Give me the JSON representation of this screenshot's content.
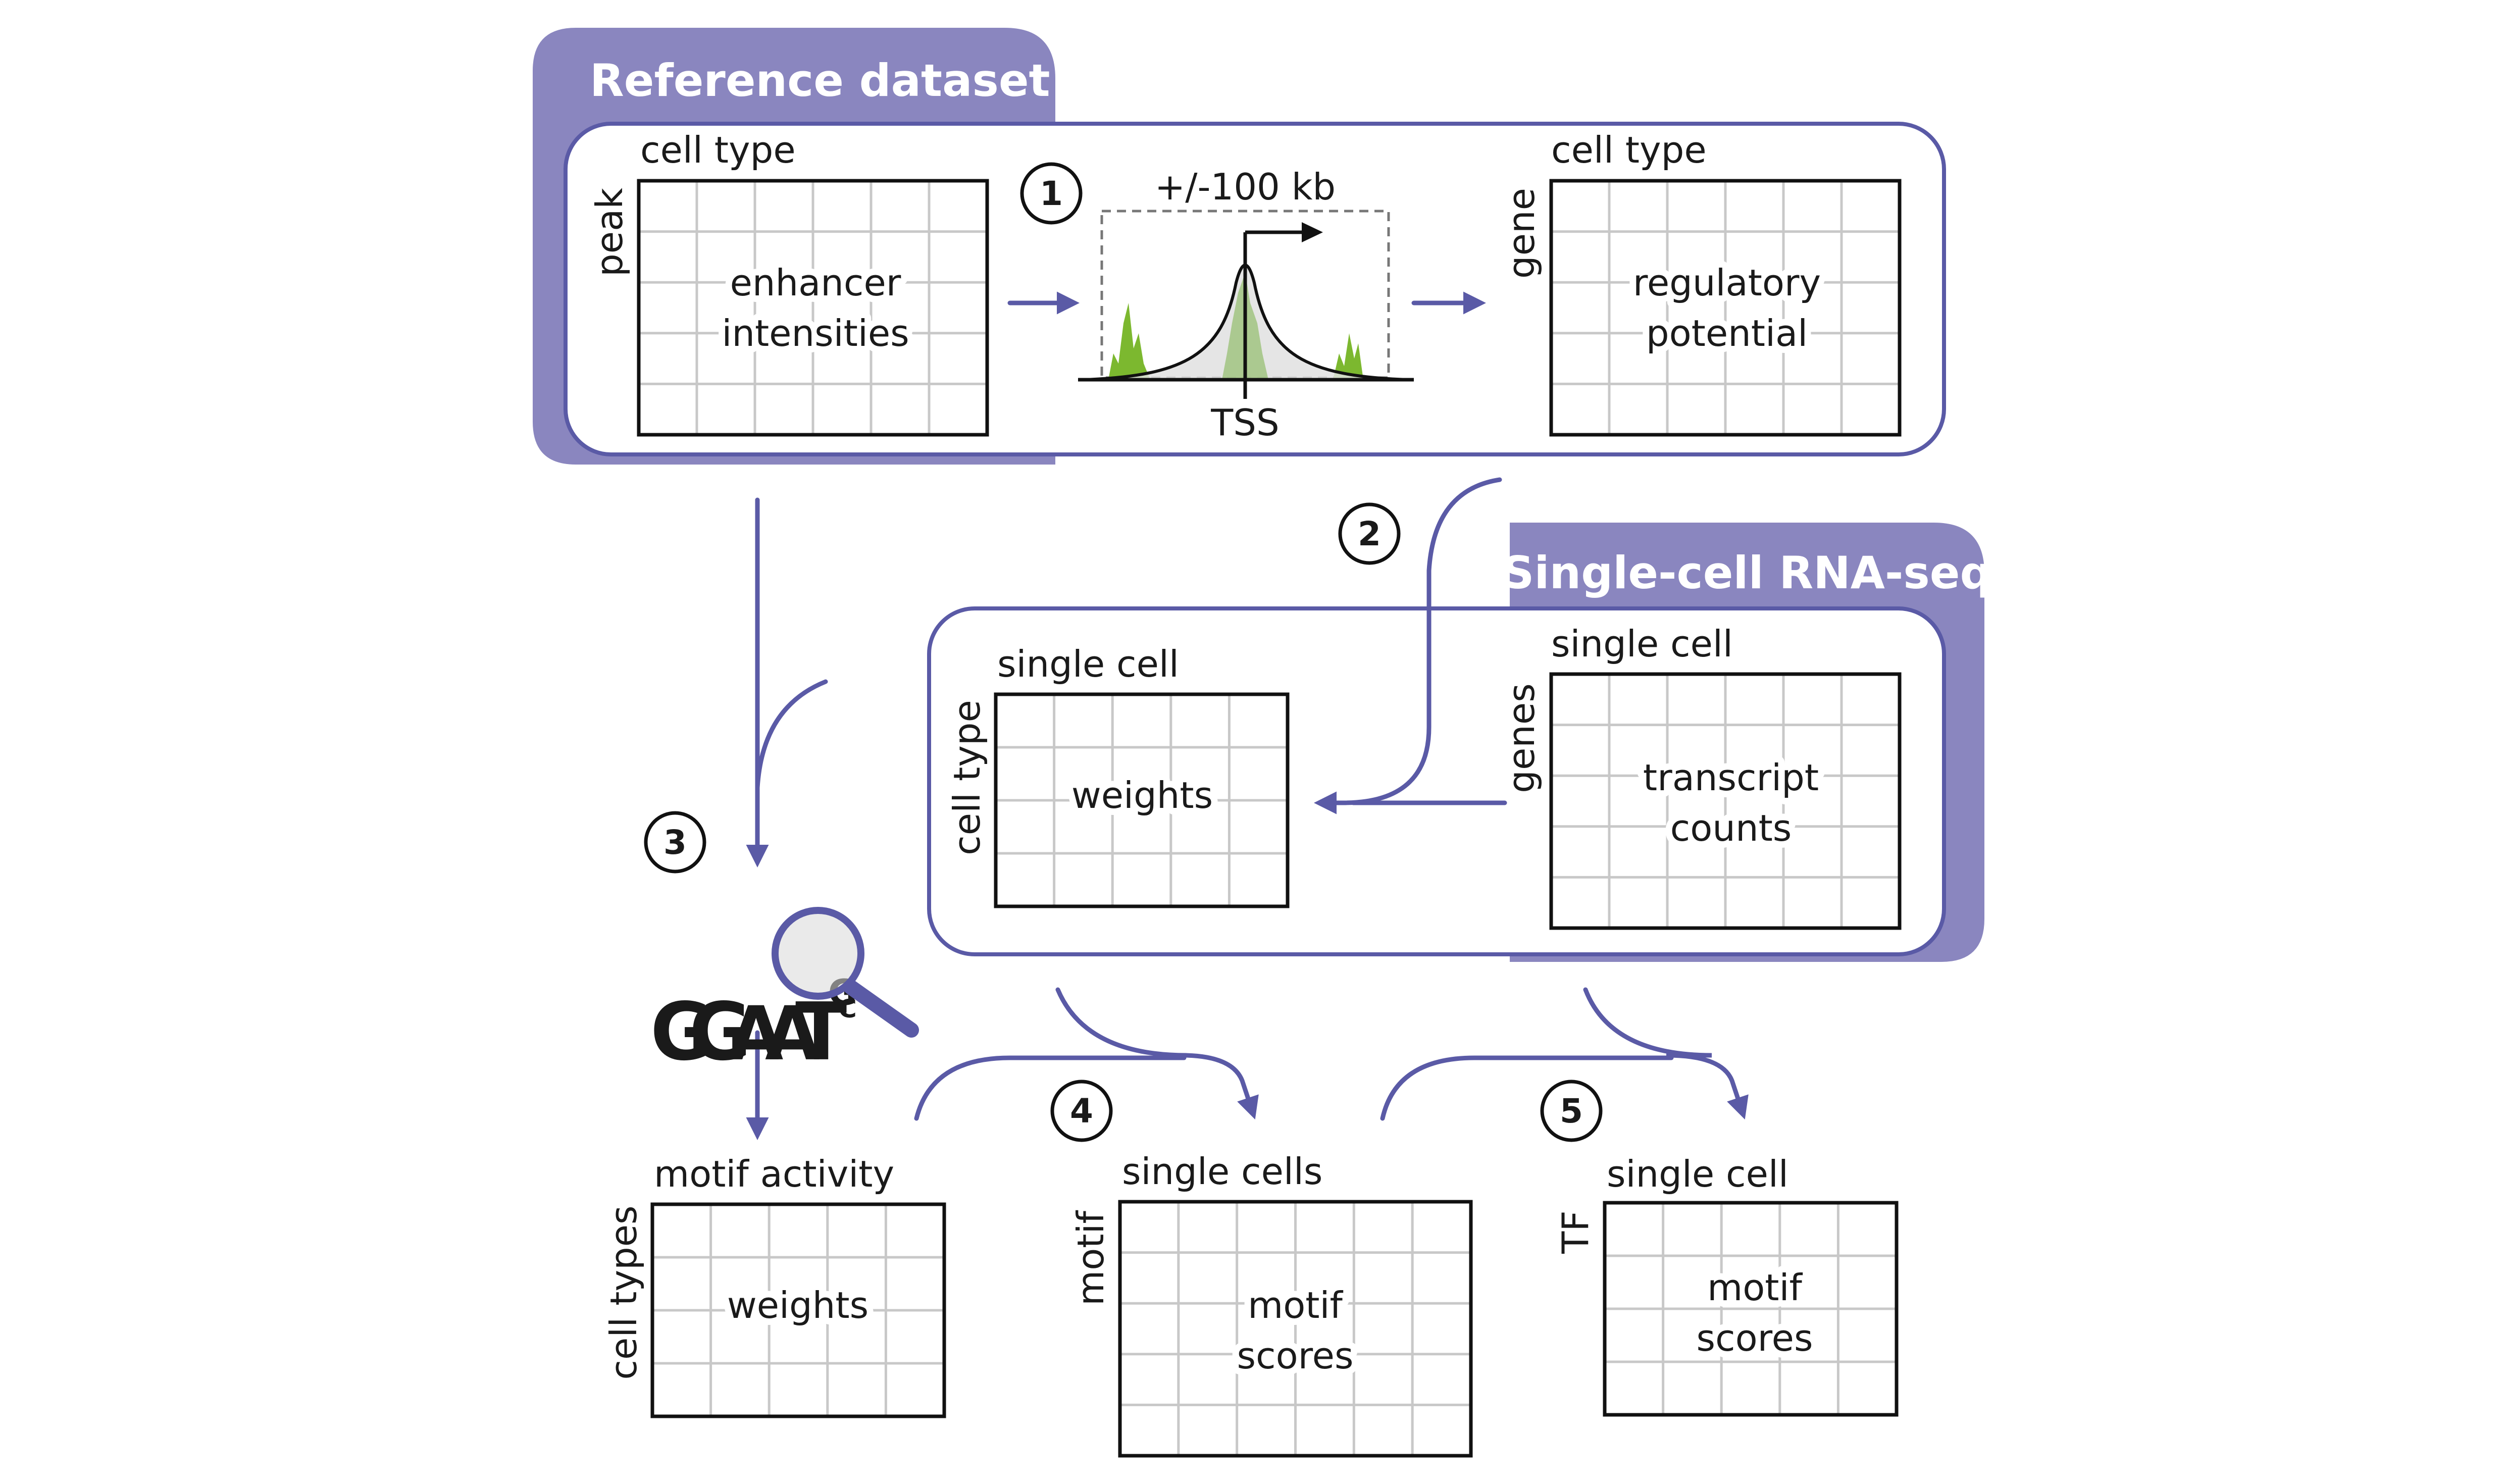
{
  "colors": {
    "panel": "#8a86bf",
    "arrow": "#5a5aa6",
    "peak_green": "#7cb82f",
    "logo_G": "#f4a41a",
    "logo_A": "#2f9a3a",
    "logo_T": "#e23a2a",
    "logo_C": "#2b5fb7"
  },
  "panels": {
    "reference": {
      "title": "Reference dataset"
    },
    "scrna": {
      "title": "Single-cell RNA-seq"
    }
  },
  "matrices": {
    "enhancer": {
      "col_label": "cell type",
      "row_label": "peak",
      "content": [
        "enhancer",
        "intensities"
      ]
    },
    "regulatory": {
      "col_label": "cell type",
      "row_label": "gene",
      "content": [
        "regulatory",
        "potential"
      ]
    },
    "celltype_weights": {
      "col_label": "single cell",
      "row_label": "cell type",
      "content": [
        "weights"
      ]
    },
    "transcript": {
      "col_label": "single cell",
      "row_label": "genes",
      "content": [
        "transcript",
        "counts"
      ]
    },
    "motif_activity": {
      "col_label": "motif activity",
      "row_label": "cell types",
      "content": [
        "weights"
      ]
    },
    "motif_scores_cells": {
      "col_label": "single cells",
      "row_label": "motif",
      "content": [
        "motif",
        "scores"
      ]
    },
    "tf_scores": {
      "col_label": "single cell",
      "row_label": "TF",
      "content": [
        "motif",
        "scores"
      ]
    }
  },
  "tss_plot": {
    "window_label": "+/-100 kb",
    "tss_label": "TSS"
  },
  "steps": [
    "1",
    "2",
    "3",
    "4",
    "5"
  ],
  "icons": {
    "motif_logo": "motif-logo-magnifier",
    "motif_logo_letters": "GGAATG"
  }
}
